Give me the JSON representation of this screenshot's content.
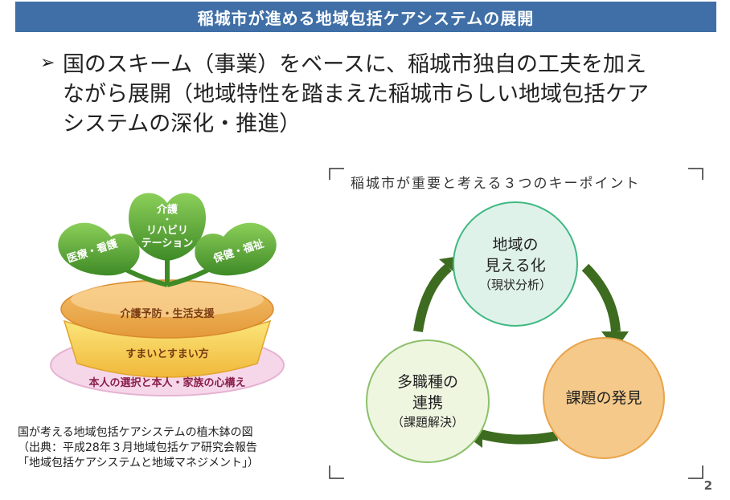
{
  "header": {
    "title": "稲城市が進める地域包括ケアシステムの展開"
  },
  "bullet": {
    "arrow": "➢",
    "lines": [
      "国のスキーム（事業）をベースに、稲城市独自の工夫を加え",
      "ながら展開（地域特性を踏まえた稲城市らしい地域包括ケア",
      "システムの深化・推進）"
    ]
  },
  "plant_pot": {
    "leaves": {
      "left": "医療・看護",
      "center_1": "介護",
      "center_2": "・",
      "center_3": "リハビリ",
      "center_4": "テーション",
      "right": "保健・福祉"
    },
    "soil": "介護予防・生活支援",
    "pot": "すまいとすまい方",
    "saucer": "本人の選択と本人・家族の心構え"
  },
  "caption": {
    "line1": "国が考える地域包括ケアシステムの植木鉢の図",
    "line2": "（出典：平成28年３月地域包括ケア研究会報告",
    "line3": "「地域包括ケアシステムと地域マネジメント」）"
  },
  "key_points": {
    "heading": "稲城市が重要と考える３つのキーポイント",
    "circle1": {
      "line1": "地域の",
      "line2": "見える化",
      "line3": "（現状分析）"
    },
    "circle2": {
      "line1": "課題の発見"
    },
    "circle3": {
      "line1": "多職種の",
      "line2": "連携",
      "line3": "（課題解決）"
    }
  },
  "colors": {
    "title_bar": "#3f6fa6",
    "arrow_green": "#3d6b1f",
    "circle1_fill": "#dff2ea",
    "circle2_fill": "#f5c98a",
    "circle3_fill": "#eef6e0"
  },
  "page_number": "2"
}
